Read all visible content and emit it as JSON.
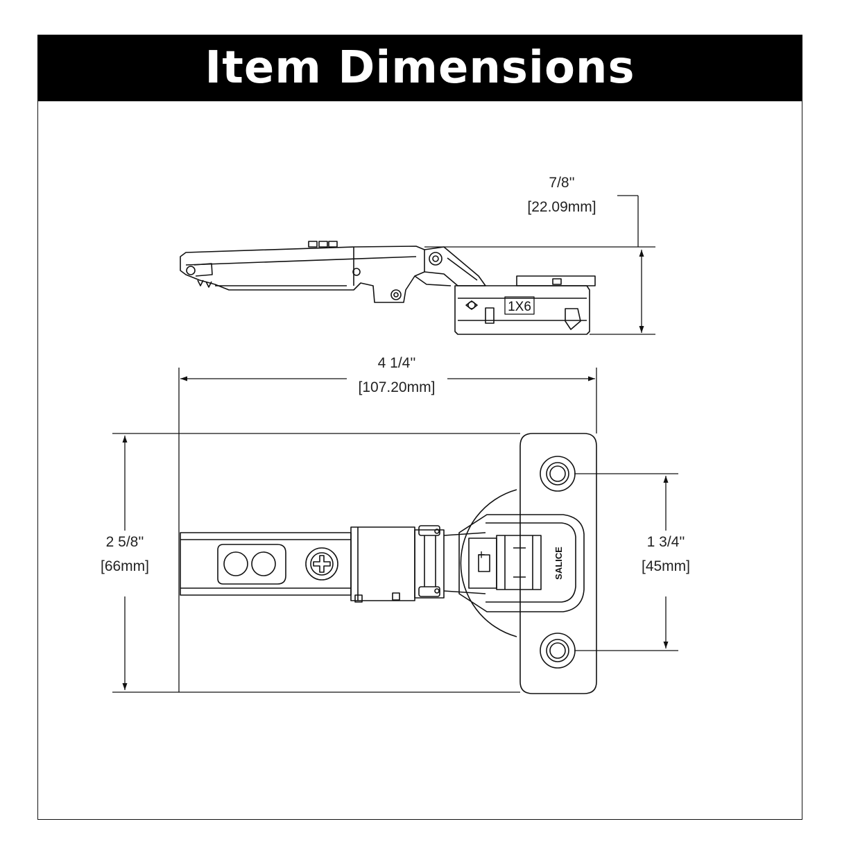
{
  "header": {
    "title": "Item Dimensions"
  },
  "dimensions": {
    "height": {
      "imperial": "7/8''",
      "metric": "[22.09mm]"
    },
    "length": {
      "imperial": "4 1/4''",
      "metric": "[107.20mm]"
    },
    "width": {
      "imperial": "2 5/8''",
      "metric": "[66mm]"
    },
    "hole_spacing": {
      "imperial": "1 3/4''",
      "metric": "[45mm]"
    }
  },
  "part_markings": {
    "size_code": "1X6",
    "brand": "SALICE",
    "plus_sign": "+"
  },
  "colors": {
    "header_bg": "#000000",
    "header_text": "#ffffff",
    "line": "#111111"
  }
}
